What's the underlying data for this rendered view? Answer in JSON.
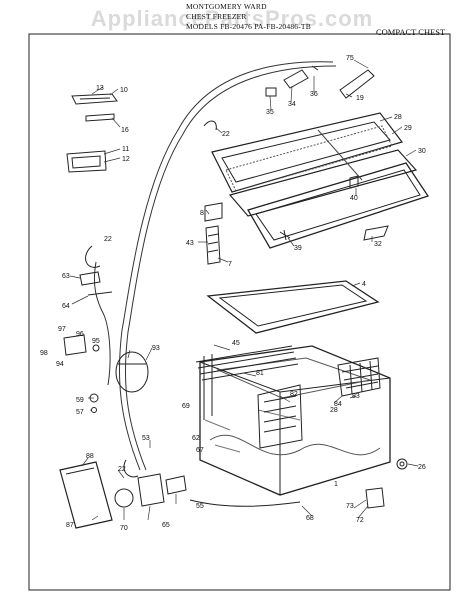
{
  "watermark": "AppliancePartsPros.com",
  "header": {
    "line1": "MONTGOMERY WARD",
    "line2": "CHEST FREEZER",
    "line3": "MODELS FB-20476 PA-FB-20486-TB"
  },
  "title_right": "COMPACT CHEST",
  "part_labels": {
    "p13": "13",
    "p10": "10",
    "p16": "16",
    "p11": "11",
    "p12": "12",
    "p75": "75",
    "p19": "19",
    "p35": "35",
    "p34": "34",
    "p36": "36",
    "p22a": "22",
    "p28": "28",
    "p29": "29",
    "p30": "30",
    "p40": "40",
    "p8": "8",
    "p43": "43",
    "p7": "7",
    "p39": "39",
    "p32": "32",
    "p22b": "22",
    "p63": "63",
    "p64": "64",
    "p4": "4",
    "p97": "97",
    "p96": "96",
    "p98": "98",
    "p95": "95",
    "p94": "94",
    "p45": "45",
    "p93": "93",
    "p81": "81",
    "p59": "59",
    "p57": "57",
    "p69": "69",
    "p82": "82",
    "p84": "84",
    "p83": "83",
    "p28b": "28",
    "p53": "53",
    "p67": "67",
    "p62": "62",
    "p26": "26",
    "p88": "88",
    "p22c": "22",
    "p1": "1",
    "p55": "55",
    "p87": "87",
    "p70": "70",
    "p65": "65",
    "p68": "68",
    "p73": "73",
    "p72": "72"
  }
}
